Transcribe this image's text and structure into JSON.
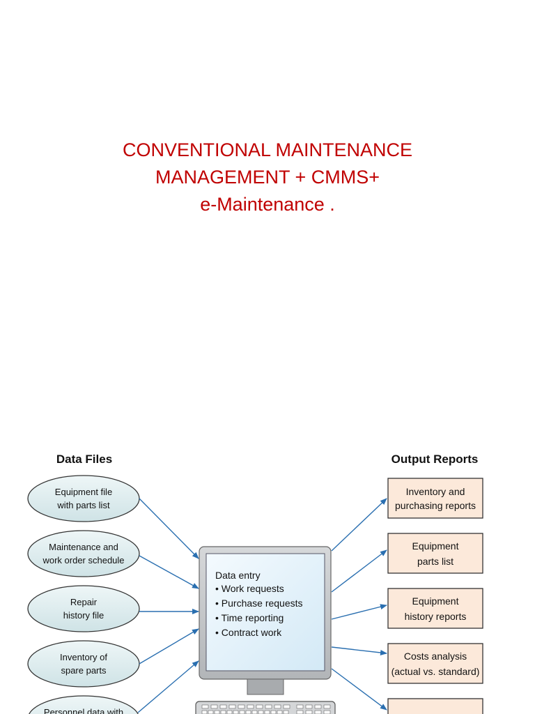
{
  "slide": {
    "title_lines": [
      "CONVENTIONAL MAINTENANCE",
      "MANAGEMENT + CMMS+",
      "e-Maintenance ."
    ]
  },
  "diagram": {
    "data_files_heading": "Data Files",
    "output_reports_heading": "Output Reports",
    "data_files": [
      [
        "Equipment file",
        "with parts list"
      ],
      [
        "Maintenance and",
        "work order schedule"
      ],
      [
        "Repair",
        "history file"
      ],
      [
        "Inventory of",
        "spare parts"
      ],
      [
        "Personnel data with",
        ""
      ]
    ],
    "computer_screen": {
      "heading": "Data entry",
      "items": [
        "• Work requests",
        "• Purchase requests",
        "• Time reporting",
        "• Contract work"
      ]
    },
    "output_reports": [
      [
        "Inventory and",
        "purchasing reports"
      ],
      [
        "Equipment",
        "parts list"
      ],
      [
        "Equipment",
        "history reports"
      ],
      [
        "Costs analysis",
        "(actual vs. standard)"
      ],
      [
        "",
        ""
      ]
    ],
    "colors": {
      "title": "#c00000",
      "ellipse_fill": "#dcecee",
      "report_fill": "#fce9da",
      "arrow": "#2a6fb0",
      "monitor_body": "#c4c6c8",
      "screen": "#e6f3fb"
    }
  }
}
